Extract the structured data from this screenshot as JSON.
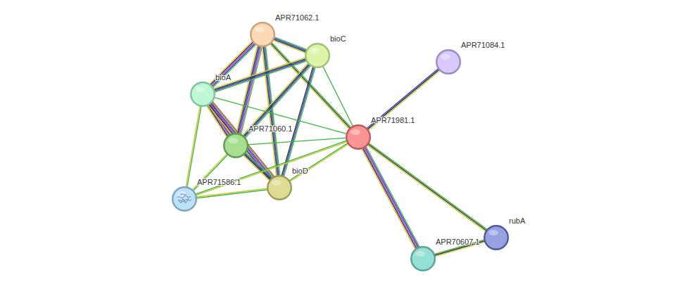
{
  "diagram": {
    "nodes": [
      {
        "text": [
          "APR71062.1"
        ]
      },
      {
        "text": [
          "bioC"
        ]
      },
      {
        "text": [
          "APR71084.1"
        ]
      },
      {
        "text": [
          "bioA"
        ]
      },
      {
        "text": [
          "APR71981.1"
        ]
      },
      {
        "text": [
          "APR71060.1"
        ]
      },
      {
        "text": [
          "bioD"
        ]
      },
      {
        "text": [
          "APR71586.1"
        ]
      },
      {
        "text": [
          "rubA"
        ]
      },
      {
        "text": [
          "APR70607.1"
        ]
      }
    ],
    "edges": [
      {
        "from": 0,
        "to": 1,
        "arrow": "none"
      },
      {
        "from": 0,
        "to": 3,
        "arrow": "none"
      },
      {
        "from": 0,
        "to": 5,
        "arrow": "none"
      },
      {
        "from": 0,
        "to": 6,
        "arrow": "none"
      },
      {
        "from": 0,
        "to": 4,
        "arrow": "none"
      },
      {
        "from": 1,
        "to": 3,
        "arrow": "none"
      },
      {
        "from": 1,
        "to": 5,
        "arrow": "none"
      },
      {
        "from": 1,
        "to": 6,
        "arrow": "none"
      },
      {
        "from": 1,
        "to": 4,
        "arrow": "none"
      },
      {
        "from": 3,
        "to": 5,
        "arrow": "none"
      },
      {
        "from": 3,
        "to": 6,
        "arrow": "none"
      },
      {
        "from": 3,
        "to": 7,
        "arrow": "none"
      },
      {
        "from": 3,
        "to": 4,
        "arrow": "none"
      },
      {
        "from": 5,
        "to": 6,
        "arrow": "none"
      },
      {
        "from": 5,
        "to": 7,
        "arrow": "none"
      },
      {
        "from": 5,
        "to": 4,
        "arrow": "none"
      },
      {
        "from": 6,
        "to": 7,
        "arrow": "none"
      },
      {
        "from": 6,
        "to": 4,
        "arrow": "none"
      },
      {
        "from": 7,
        "to": 4,
        "arrow": "none"
      },
      {
        "from": 4,
        "to": 2,
        "arrow": "none"
      },
      {
        "from": 4,
        "to": 9,
        "arrow": "none"
      },
      {
        "from": 4,
        "to": 8,
        "arrow": "none"
      },
      {
        "from": 9,
        "to": 8,
        "arrow": "none"
      }
    ]
  }
}
